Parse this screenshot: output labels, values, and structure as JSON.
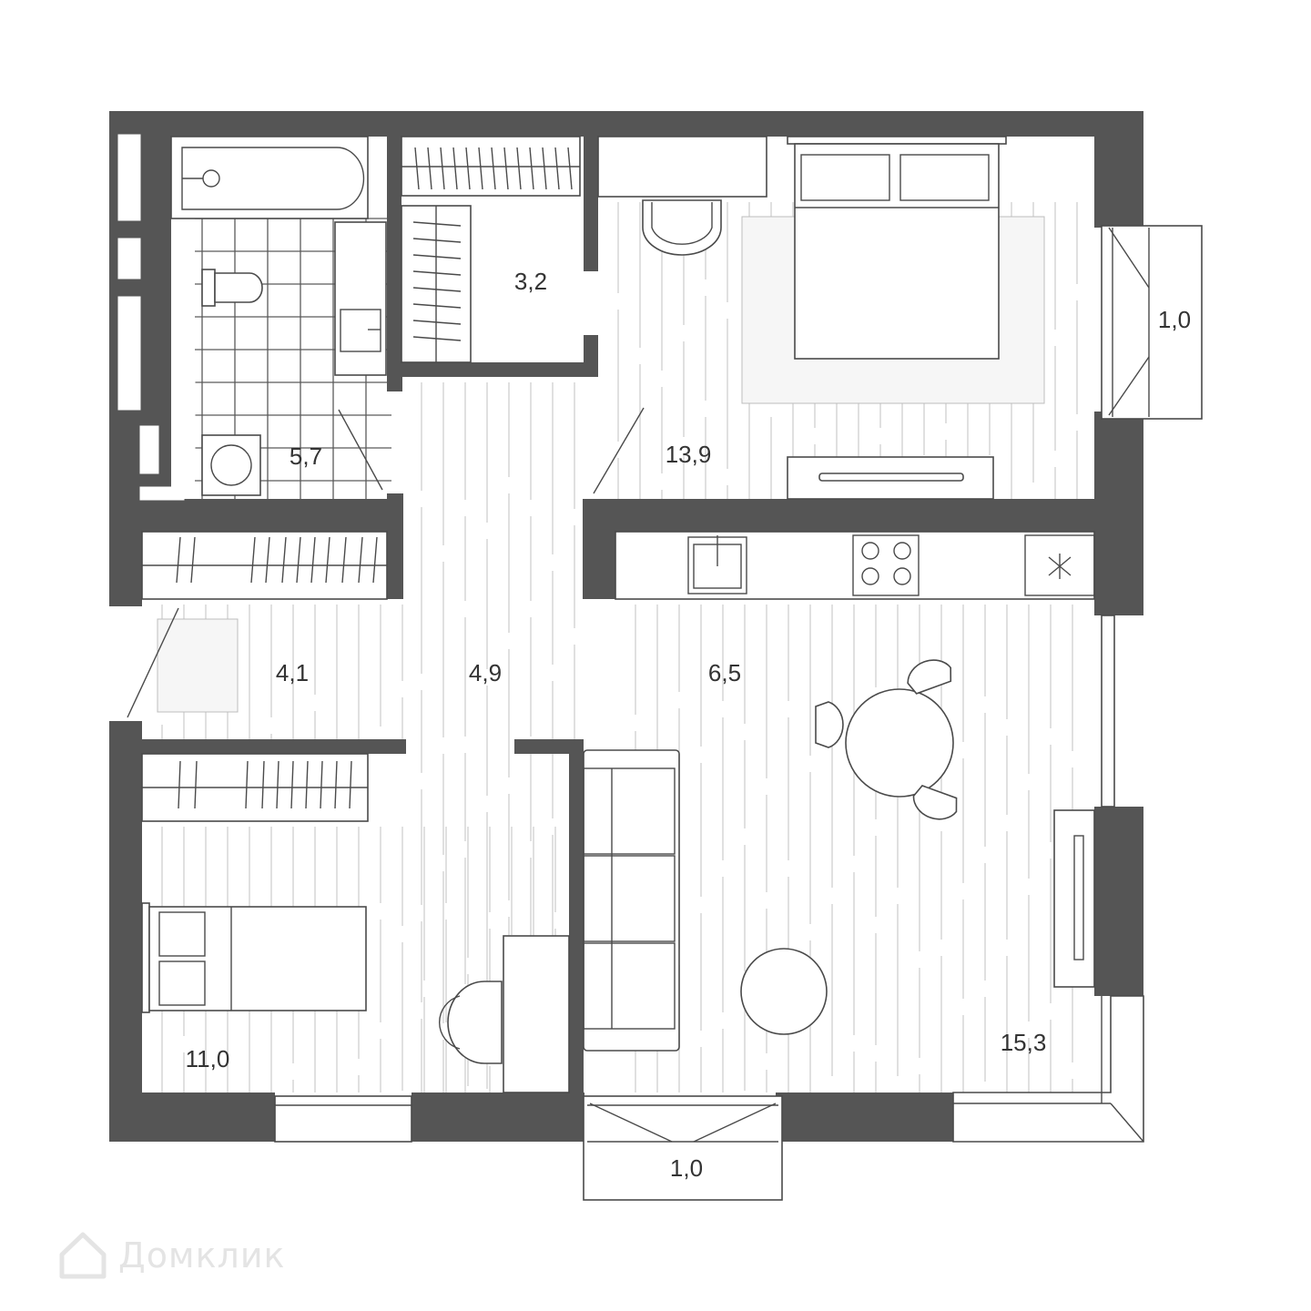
{
  "rooms": [
    {
      "id": "bathroom",
      "area": "5,7"
    },
    {
      "id": "wardrobe",
      "area": "3,2"
    },
    {
      "id": "bedroom",
      "area": "13,9"
    },
    {
      "id": "balcony-right",
      "area": "1,0"
    },
    {
      "id": "entry-closet",
      "area": "4,1"
    },
    {
      "id": "hallway",
      "area": "4,9"
    },
    {
      "id": "kitchen",
      "area": "6,5"
    },
    {
      "id": "kids-room",
      "area": "11,0"
    },
    {
      "id": "living-room",
      "area": "15,3"
    },
    {
      "id": "balcony-bottom",
      "area": "1,0"
    }
  ],
  "watermark": {
    "text": "Домклик",
    "icon": "house-logo-icon"
  },
  "colors": {
    "wall": "#555555",
    "floor_line": "#d6d6d6",
    "line": "#4a4a4a"
  }
}
